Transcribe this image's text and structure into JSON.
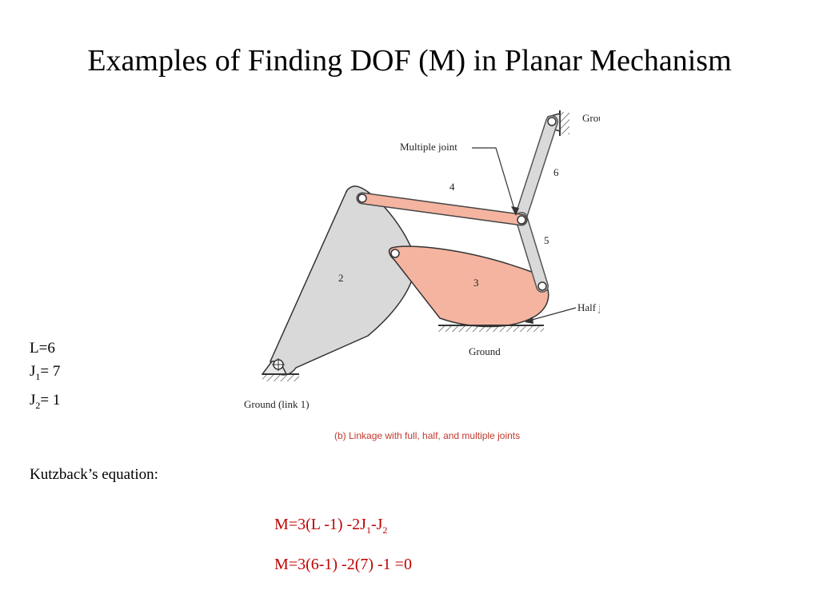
{
  "title": "Examples of Finding DOF (M) in Planar Mechanism",
  "diagram": {
    "labels": {
      "ground_top": "Ground",
      "multiple_joint": "Multiple joint",
      "link_6": "6",
      "link_4": "4",
      "link_5": "5",
      "link_2": "2",
      "link_3": "3",
      "half_joint": "Half joint",
      "ground_bottom": "Ground",
      "ground_link1": "Ground  (link 1)"
    },
    "caption": "(b)  Linkage with full, half, and multiple joints",
    "colors": {
      "link_gray": "#d9d9d9",
      "link_salmon": "#f4b4a0",
      "caption": "#c0392b"
    }
  },
  "params": {
    "L": {
      "text": "L=6"
    },
    "J1": {
      "base": "J",
      "sub": "1",
      "rest": "= 7"
    },
    "J2": {
      "base": "J",
      "sub": "2",
      "rest": "= 1"
    }
  },
  "kutzback_label": "Kutzback’s equation:",
  "equations": {
    "eq1": {
      "p1": "M=3(L -1) -2J",
      "s1": "1",
      "p2": "-J",
      "s2": "2"
    },
    "eq2": "M=3(6-1) -2(7) -1 =0",
    "color": "#c00000"
  }
}
